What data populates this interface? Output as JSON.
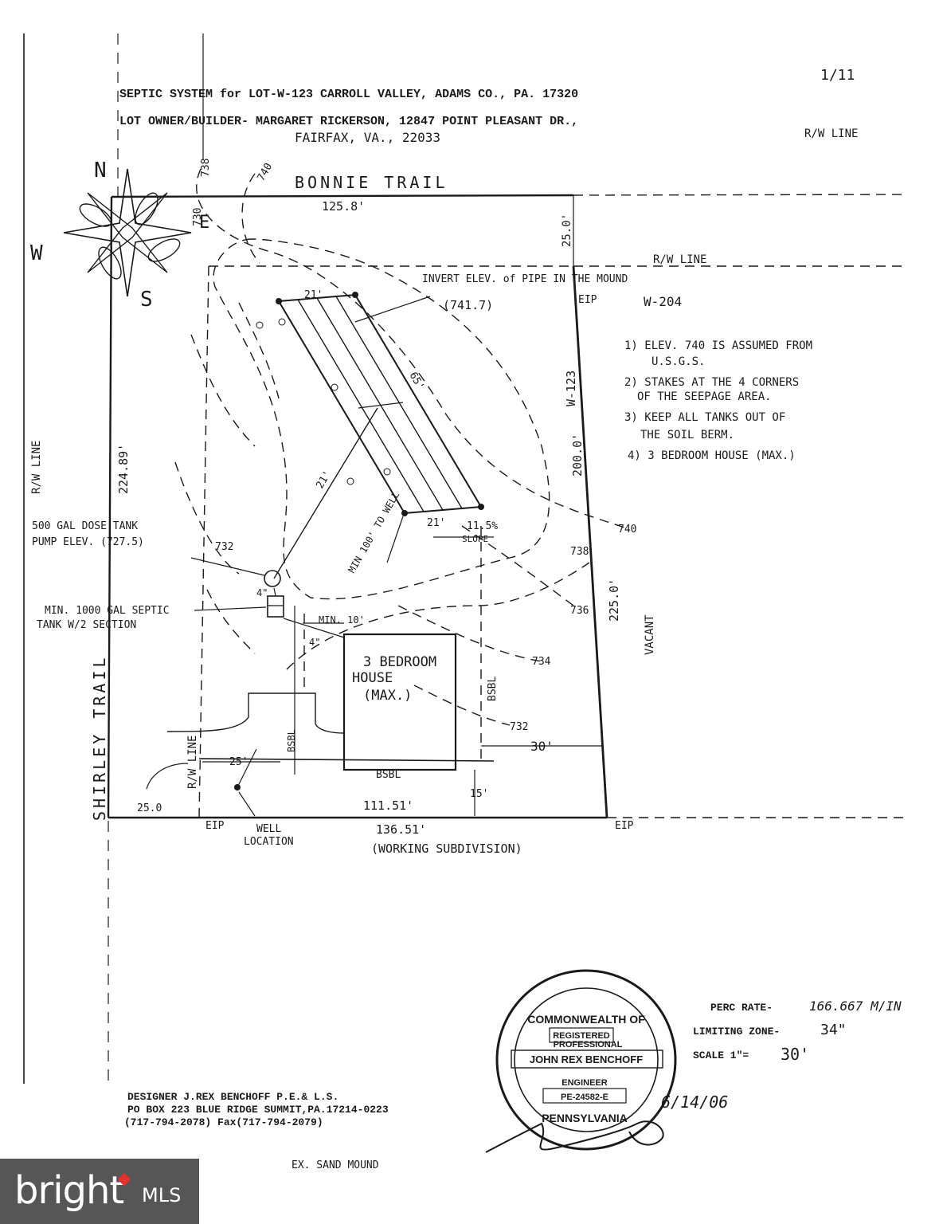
{
  "header": {
    "corner_mark": "1/11",
    "line1": "SEPTIC SYSTEM for LOT-W-123 CARROLL VALLEY, ADAMS CO., PA. 17320",
    "line2": "LOT OWNER/BUILDER- MARGARET RICKERSON, 12847 POINT PLEASANT DR.,",
    "line3": "FAIRFAX, VA., 22033"
  },
  "compass": {
    "n": "N",
    "w": "W",
    "s": "S",
    "e": "E"
  },
  "roads": {
    "bonnie_trail": "BONNIE TRAIL",
    "shirley_trail": "SHIRLEY TRAIL",
    "rw_line_top_right": "R/W LINE",
    "rw_line_inner": "R/W LINE",
    "rw_line_left": "R/W LINE",
    "rw_line_lower": "R/W LINE"
  },
  "dimensions": {
    "top_length": "125.8'",
    "top_setback": "25.0'",
    "left_side": "224.89'",
    "right_upper": "200.0'",
    "right_lower": "225.0'",
    "bottom_inner": "111.51'",
    "bottom_total": "136.51'",
    "bottom_left": "25.0",
    "house_right": "30'",
    "house_bottom": "15'",
    "well_offset": "25'",
    "field_top": "21'",
    "field_bottom": "21'",
    "field_length": "65'",
    "pipe_len": "21'",
    "min_to_well": "MIN 100' TO WELL",
    "min_10": "MIN. 10'",
    "four_inch_a": "4\"",
    "four_inch_b": "4\""
  },
  "lots": {
    "lot_id": "W-123",
    "adjacent_lot": "W-204",
    "vacant": "VACANT",
    "eip_1": "EIP",
    "eip_2": "EIP",
    "eip_3": "EIP",
    "working_subdivision": "(WORKING SUBDIVISION)"
  },
  "contours": {
    "c738_top": "738",
    "c740_top": "740",
    "c740_right": "740",
    "c738_right": "738",
    "c736": "736",
    "c734": "734",
    "c732_left": "732",
    "c732_right": "732",
    "c730": "730"
  },
  "labels": {
    "invert_elev": "INVERT ELEV. of PIPE IN THE MOUND",
    "invert_value": "(741.7)",
    "slope": "11.5%",
    "slope_word": "SLOPE",
    "dose_tank": "500 GAL DOSE TANK",
    "pump_elev": "PUMP ELEV. (727.5)",
    "septic_tank": "MIN. 1000 GAL SEPTIC",
    "septic_tank2": "TANK W/2 SECTION",
    "house1": "3 BEDROOM",
    "house2": "HOUSE",
    "house3": "(MAX.)",
    "bsbl_right": "BSBL",
    "bsbl_bottom": "BSBL",
    "bsbl_left": "BSBL",
    "well_location1": "WELL",
    "well_location2": "LOCATION",
    "sand_mound": "EX. SAND MOUND"
  },
  "notes": [
    "1) ELEV. 740 IS ASSUMED FROM",
    "U.S.G.S.",
    "2) STAKES AT THE 4 CORNERS",
    "OF THE SEEPAGE AREA.",
    "3) KEEP ALL TANKS OUT OF",
    "THE SOIL BERM.",
    "4) 3 BEDROOM HOUSE (MAX.)"
  ],
  "specs": {
    "perc_label": "PERC RATE-",
    "perc_value": "166.667 M/IN",
    "limiting_label": "LIMITING ZONE-",
    "limiting_value": "34\"",
    "scale_label": "SCALE 1\"=",
    "scale_value": "30'"
  },
  "designer": {
    "line1": "DESIGNER J.REX BENCHOFF P.E.& L.S.",
    "line2": "PO BOX 223 BLUE RIDGE SUMMIT,PA.17214-0223",
    "line3": "(717-794-2078) Fax(717-794-2079)",
    "date": "6/14/06"
  },
  "seal": {
    "arc_top": "COMMONWEALTH OF",
    "arc_bottom": "PENNSYLVANIA",
    "registered": "REGISTERED",
    "professional": "PROFESSIONAL",
    "name": "JOHN REX BENCHOFF",
    "engineer": "ENGINEER",
    "license": "PE-24582-E"
  },
  "watermark": {
    "brand": "bright",
    "suffix": "MLS",
    "accent": "#e0332b"
  }
}
